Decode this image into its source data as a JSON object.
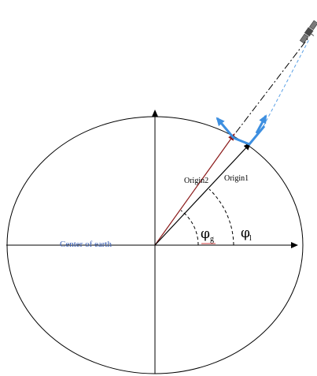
{
  "labels": {
    "origin2": "Origin2",
    "origin1": "Origin1",
    "center": "Center of earth",
    "phi_g_symbol": "φ",
    "phi_g_subscript": "g",
    "phi_l_symbol": "φ",
    "phi_l_subscript": "l"
  },
  "colors": {
    "earth_outline": "#000000",
    "axes": "#000000",
    "origin1_vector": "#000000",
    "origin2_vector": "#8b1a1a",
    "local_frame": "#3d8fe0",
    "center_label": "#3a5fb5",
    "satellite_body": "#4a4a4a",
    "satellite_panel": "#7a7a7a",
    "phi_underline": "#d04040"
  },
  "icons": {
    "satellite": "satellite-icon"
  }
}
